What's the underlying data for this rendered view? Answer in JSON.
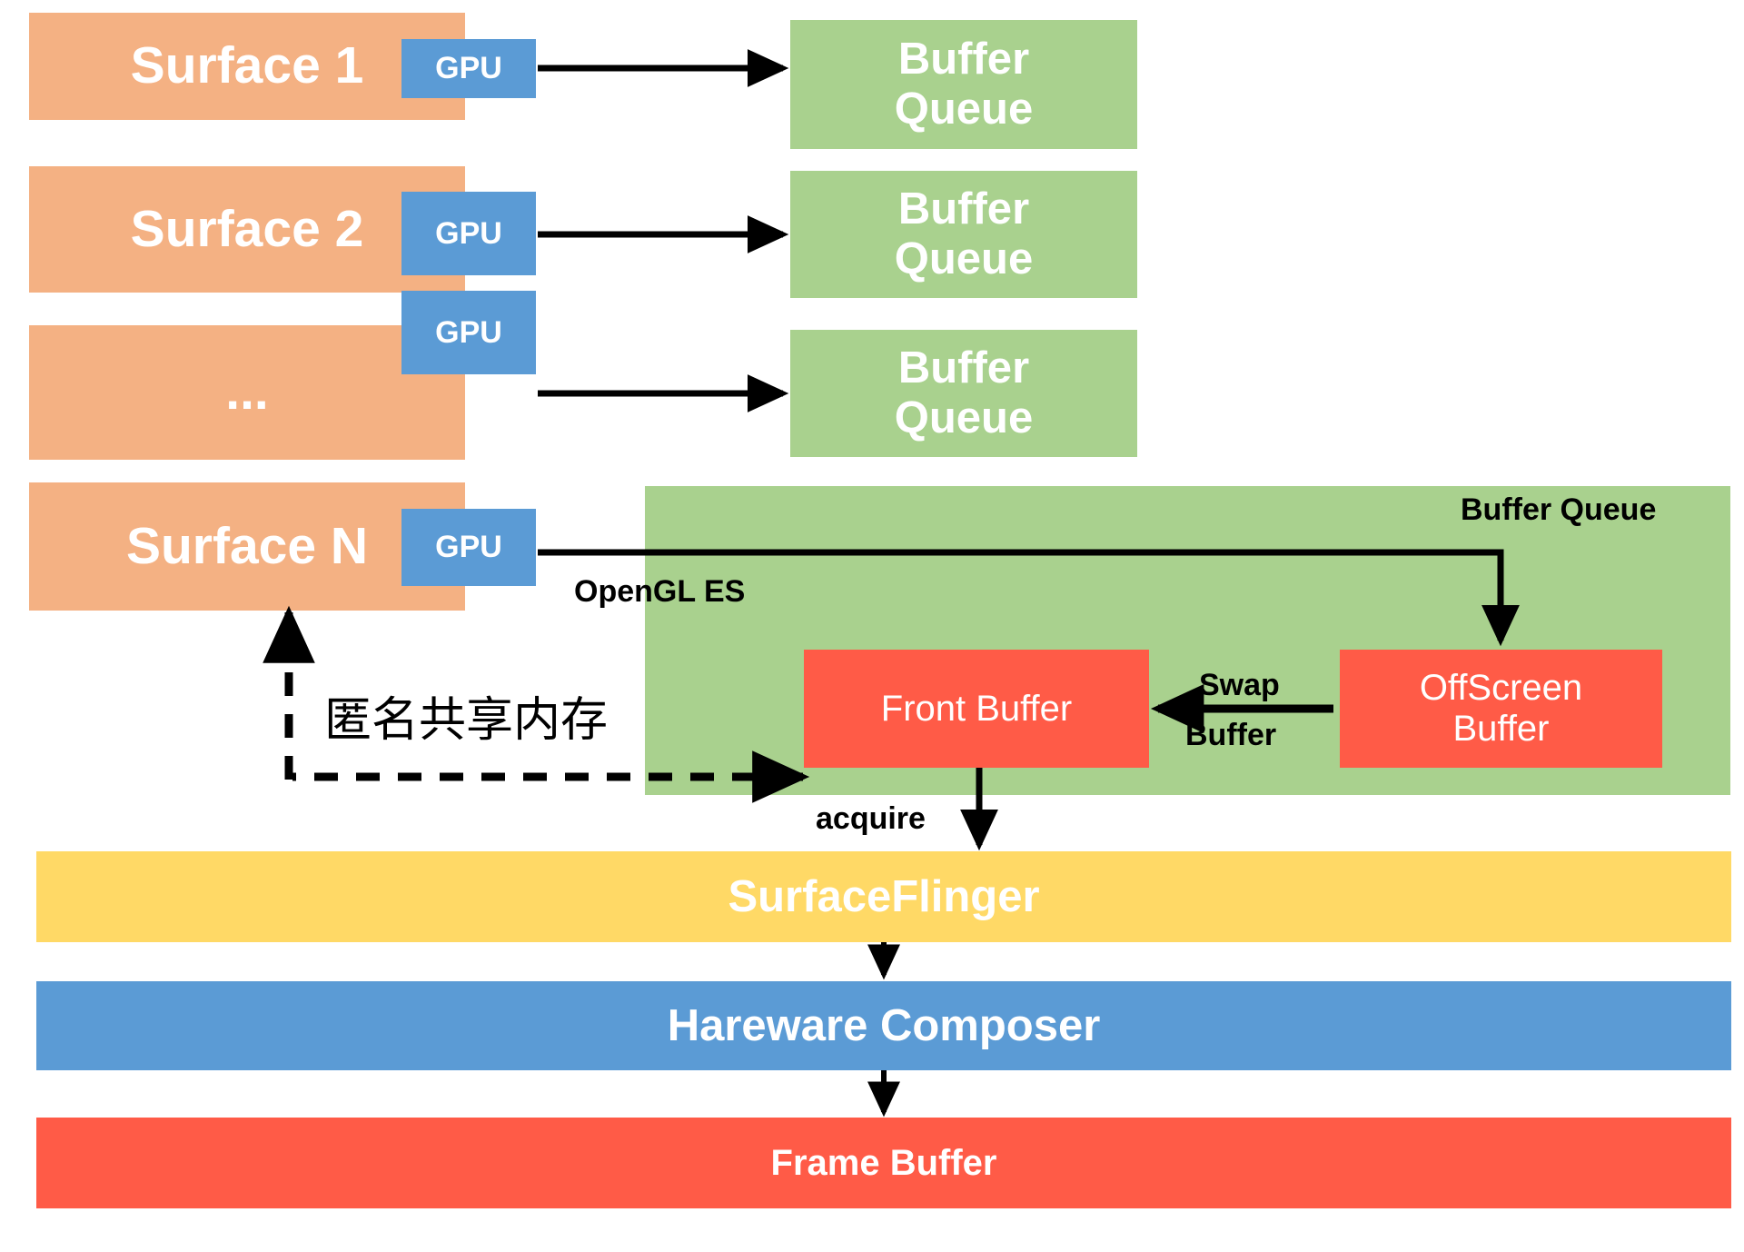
{
  "diagram": {
    "title": "Android Graphics Pipeline",
    "colors": {
      "surface": "#F4B183",
      "gpu": "#5B9BD5",
      "buffer_queue": "#A9D18E",
      "buffer_red": "#FF5B47",
      "surfaceflinger": "#FFD966",
      "hardware_composer": "#5B9BD5",
      "arrow": "#000000"
    },
    "surfaces": [
      {
        "label": "Surface 1",
        "gpu_label": "GPU",
        "queue_line1": "Buffer",
        "queue_line2": "Queue"
      },
      {
        "label": "Surface 2",
        "gpu_label": "GPU",
        "queue_line1": "Buffer",
        "queue_line2": "Queue"
      },
      {
        "label": "...",
        "gpu_label": "GPU",
        "queue_line1": "Buffer",
        "queue_line2": "Queue"
      },
      {
        "label": "Surface N",
        "gpu_label": "GPU",
        "queue_line1": "",
        "queue_line2": ""
      }
    ],
    "big_queue": {
      "title": "Buffer Queue",
      "front_buffer": {
        "line1": "Front Buffer",
        "line2": ""
      },
      "offscreen_buffer": {
        "line1": "OffScreen",
        "line2": "Buffer"
      },
      "swap_label_line1": "Swap",
      "swap_label_line2": "Buffer"
    },
    "annotations": {
      "opengl_es": "OpenGL ES",
      "shared_memory": "匿名共享内存",
      "acquire": "acquire"
    },
    "bottom_bars": [
      {
        "label": "SurfaceFlinger"
      },
      {
        "label": "Hareware Composer"
      },
      {
        "label": "Frame Buffer"
      }
    ]
  }
}
